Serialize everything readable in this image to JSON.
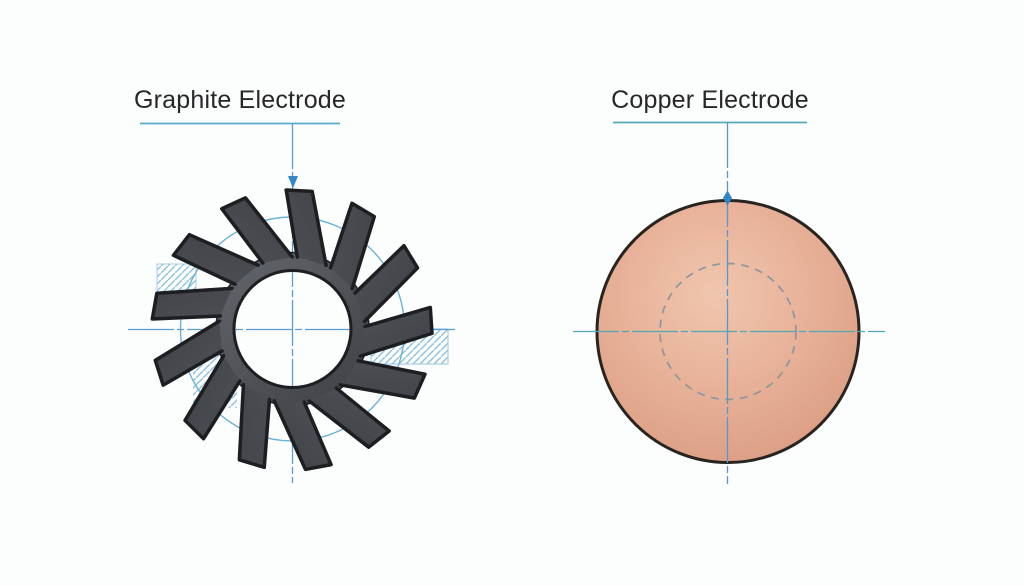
{
  "page": {
    "background_color": "#fcfdfd"
  },
  "graphite_view": {
    "label": "Graphite Electrode",
    "teeth_count": 13,
    "colors": {
      "body_light": "#6b6f75",
      "body_dark": "#333539",
      "outline": "#1d1e21",
      "pitch_circle": "#69b2d6",
      "hatch": "#8fc2de"
    }
  },
  "copper_view": {
    "label": "Copper Electrode",
    "colors": {
      "fill_light": "#f0c6ae",
      "fill_dark": "#d08f78",
      "outline": "#2a2420",
      "dashed_pilot_circle": "#8d95a0"
    }
  },
  "construction": {
    "blue_line_color": "#5b9fd2",
    "teal_line_color": "#56abb8",
    "arrow_color": "#2f86c8"
  }
}
